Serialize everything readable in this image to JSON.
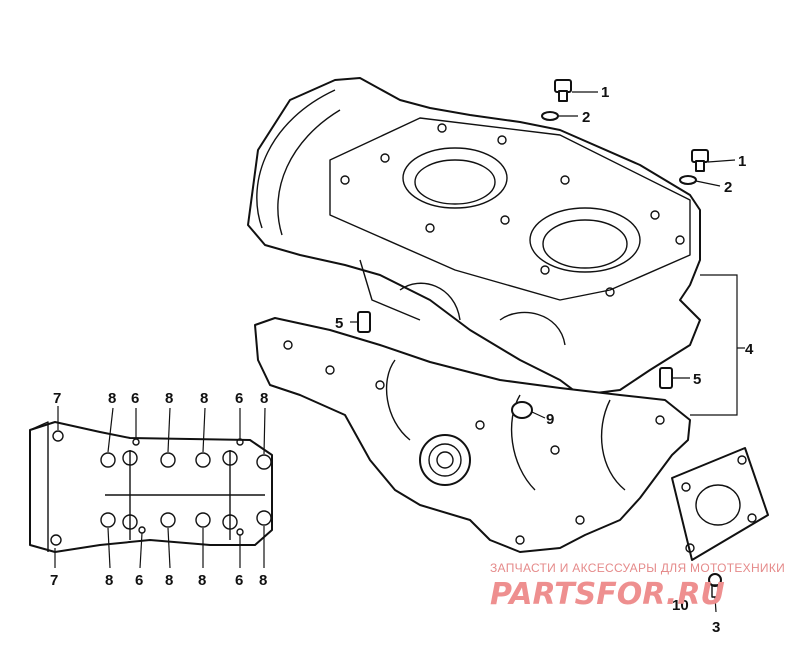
{
  "callouts": {
    "c1a": "1",
    "c1b": "1",
    "c2a": "2",
    "c2b": "2",
    "c3": "3",
    "c4": "4",
    "c5a": "5",
    "c5b": "5",
    "c6a": "6",
    "c6b": "6",
    "c6c": "6",
    "c6d": "6",
    "c7a": "7",
    "c7b": "7",
    "c8a": "8",
    "c8b": "8",
    "c8c": "8",
    "c8d": "8",
    "c8e": "8",
    "c8f": "8",
    "c8g": "8",
    "c8h": "8",
    "c9": "9",
    "c10": "10"
  },
  "watermark": {
    "caption": "ЗАПЧАСТИ И АКСЕССУАРЫ ДЛЯ МОТОТЕХНИКИ",
    "logo": "PARTSFOR.RU",
    "color": "#ee8f8f"
  }
}
